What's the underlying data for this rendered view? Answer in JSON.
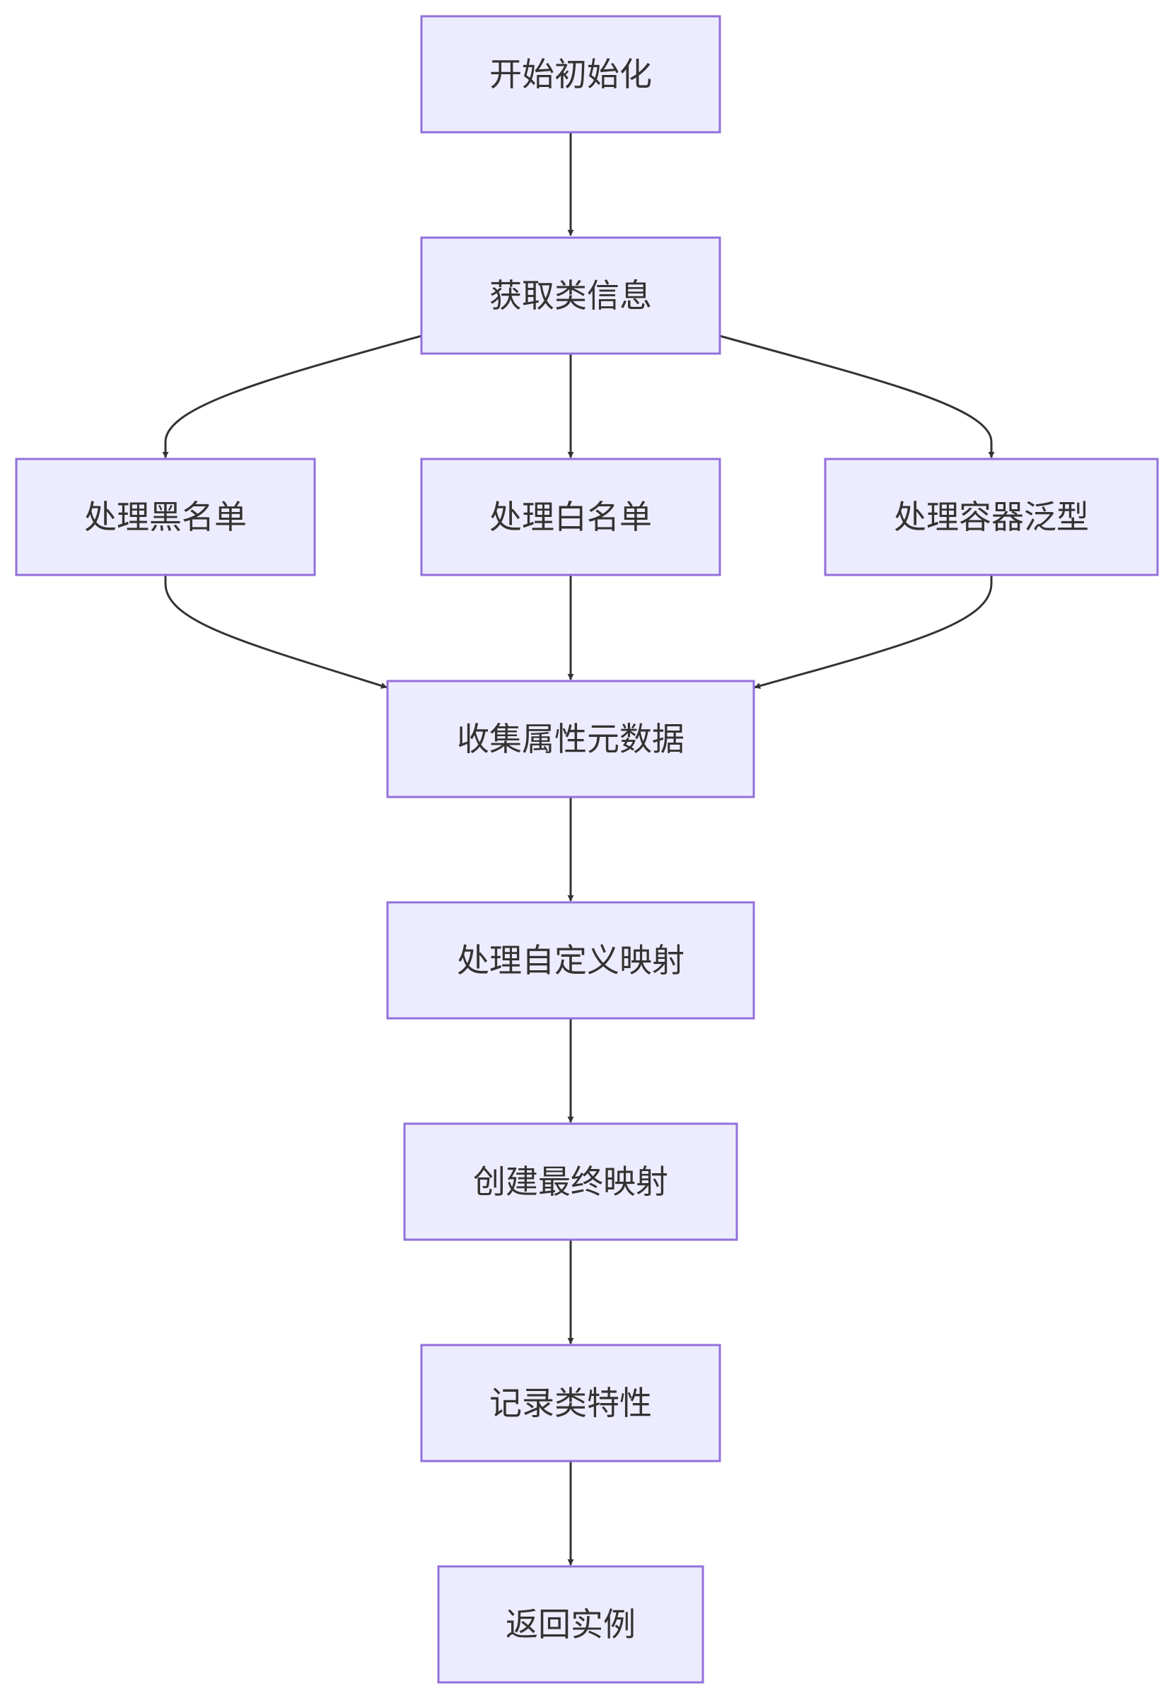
{
  "nodes": [
    {
      "id": "init",
      "label": "开始初始化"
    },
    {
      "id": "get_class_info",
      "label": "获取类信息"
    },
    {
      "id": "blacklist",
      "label": "处理黑名单"
    },
    {
      "id": "whitelist",
      "label": "处理白名单"
    },
    {
      "id": "container_generics",
      "label": "处理容器泛型"
    },
    {
      "id": "collect_metadata",
      "label": "收集属性元数据"
    },
    {
      "id": "custom_mapping",
      "label": "处理自定义映射"
    },
    {
      "id": "final_mapping",
      "label": "创建最终映射"
    },
    {
      "id": "record_traits",
      "label": "记录类特性"
    },
    {
      "id": "return_instance",
      "label": "返回实例"
    }
  ],
  "edges": [
    {
      "from": "init",
      "to": "get_class_info"
    },
    {
      "from": "get_class_info",
      "to": "blacklist"
    },
    {
      "from": "get_class_info",
      "to": "whitelist"
    },
    {
      "from": "get_class_info",
      "to": "container_generics"
    },
    {
      "from": "blacklist",
      "to": "collect_metadata"
    },
    {
      "from": "whitelist",
      "to": "collect_metadata"
    },
    {
      "from": "container_generics",
      "to": "collect_metadata"
    },
    {
      "from": "collect_metadata",
      "to": "custom_mapping"
    },
    {
      "from": "custom_mapping",
      "to": "final_mapping"
    },
    {
      "from": "final_mapping",
      "to": "record_traits"
    },
    {
      "from": "record_traits",
      "to": "return_instance"
    }
  ],
  "colors": {
    "node_fill": "#ececfe",
    "node_border": "#9370db",
    "edge": "#333333",
    "text": "#333333"
  }
}
